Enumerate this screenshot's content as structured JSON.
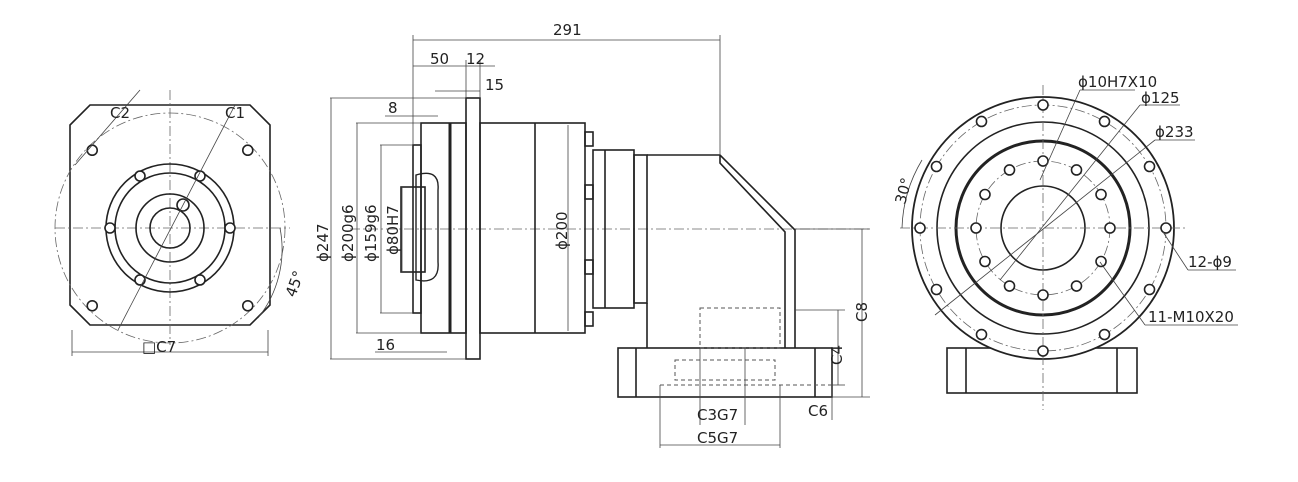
{
  "left_view": {
    "c2": "C2",
    "c1": "C1",
    "c7": "□C7",
    "angle": "45°"
  },
  "side_view": {
    "overall_length": "291",
    "d50": "50",
    "d12": "12",
    "d15": "15",
    "d8": "8",
    "d16": "16",
    "phi247": "ϕ247",
    "phi200g6": "ϕ200g6",
    "phi159g6": "ϕ159g6",
    "phi80h7": "ϕ80H7",
    "phi200": "ϕ200",
    "c8": "C8",
    "c4": "C4",
    "c6": "C6",
    "c3g7": "C3G7",
    "c5g7": "C5G7"
  },
  "right_view": {
    "pin": "ϕ10H7X10",
    "phi125": "ϕ125",
    "phi233": "ϕ233",
    "angle": "30°",
    "holes": "12-ϕ9",
    "threads": "11-M10X20"
  }
}
